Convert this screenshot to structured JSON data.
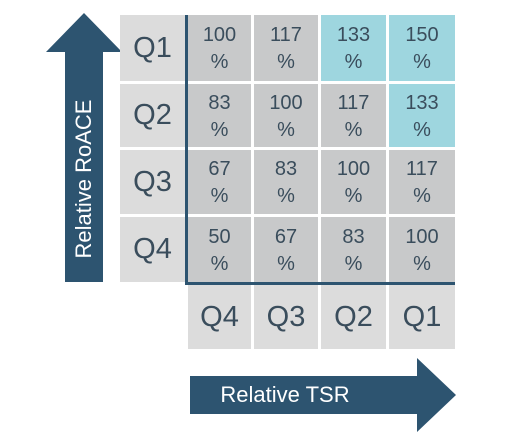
{
  "colors": {
    "header": "#dcdcdc",
    "cell_gray": "#c8c9ca",
    "cell_blue": "#9ed6df",
    "arrow": "#2d5470",
    "text": "#3a4d5c",
    "separator": "#ffffff"
  },
  "y_axis": {
    "label": "Relative RoACE",
    "quartiles": [
      "Q1",
      "Q2",
      "Q3",
      "Q4"
    ]
  },
  "x_axis": {
    "label": "Relative TSR",
    "quartiles": [
      "Q4",
      "Q3",
      "Q2",
      "Q1"
    ]
  },
  "percent_sign": "%",
  "matrix": [
    {
      "row": "Q1",
      "cells": [
        {
          "value": "100",
          "highlight": false
        },
        {
          "value": "117",
          "highlight": false
        },
        {
          "value": "133",
          "highlight": true
        },
        {
          "value": "150",
          "highlight": true
        }
      ]
    },
    {
      "row": "Q2",
      "cells": [
        {
          "value": "83",
          "highlight": false
        },
        {
          "value": "100",
          "highlight": false
        },
        {
          "value": "117",
          "highlight": false
        },
        {
          "value": "133",
          "highlight": true
        }
      ]
    },
    {
      "row": "Q3",
      "cells": [
        {
          "value": "67",
          "highlight": false
        },
        {
          "value": "83",
          "highlight": false
        },
        {
          "value": "100",
          "highlight": false
        },
        {
          "value": "117",
          "highlight": false
        }
      ]
    },
    {
      "row": "Q4",
      "cells": [
        {
          "value": "50",
          "highlight": false
        },
        {
          "value": "67",
          "highlight": false
        },
        {
          "value": "83",
          "highlight": false
        },
        {
          "value": "100",
          "highlight": false
        }
      ]
    }
  ]
}
